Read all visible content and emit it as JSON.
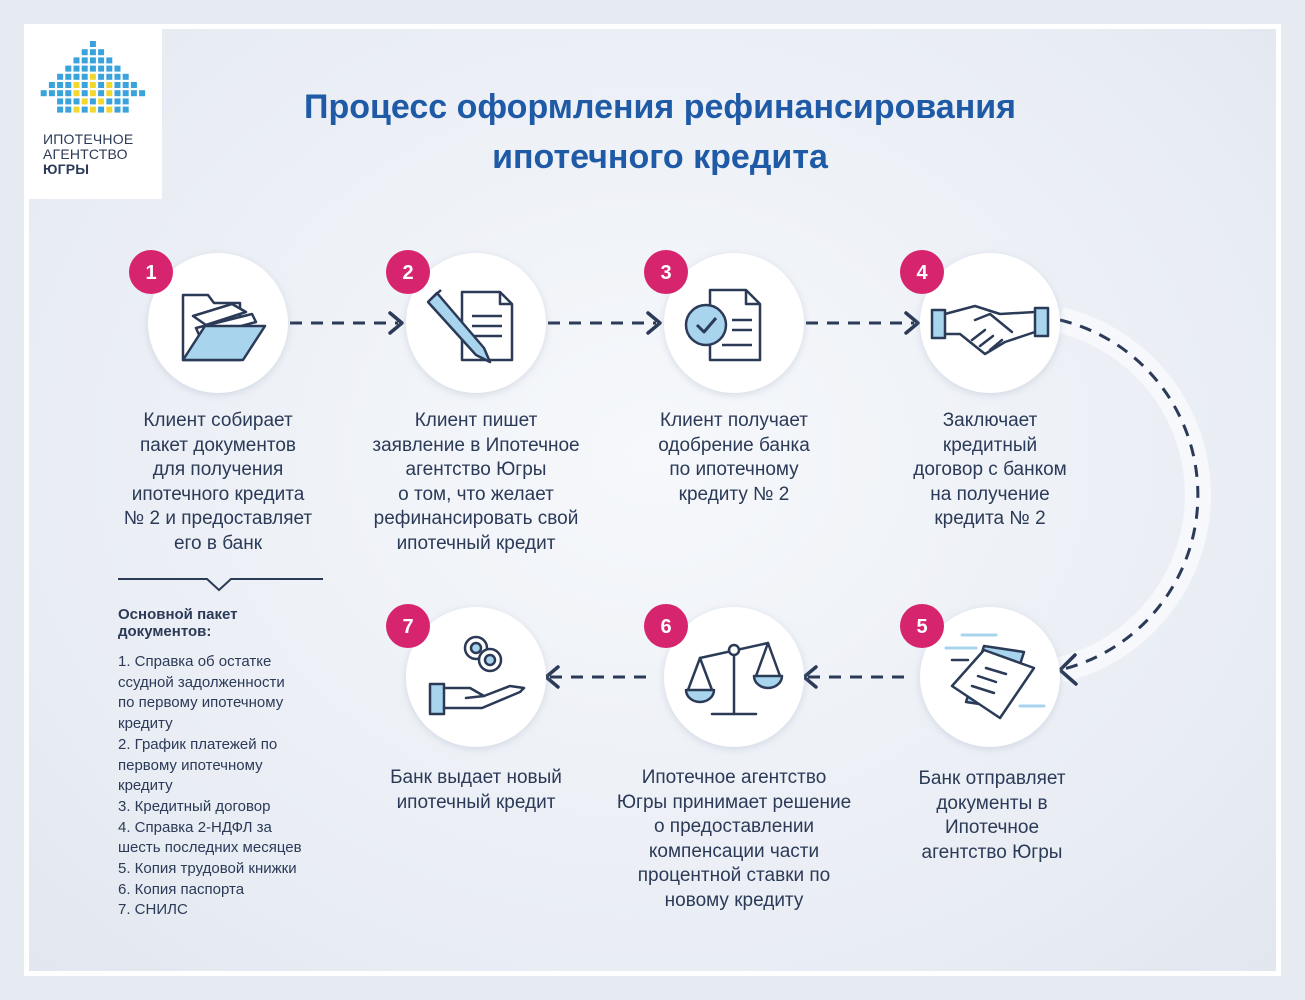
{
  "logo": {
    "lines": [
      "ИПОТЕЧНОЕ",
      "АГЕНТСТВО",
      "ЮГРЫ"
    ]
  },
  "title": {
    "line1": "Процесс оформления рефинансирования",
    "line2": "ипотечного кредита"
  },
  "colors": {
    "title": "#1f5aa6",
    "badge": "#d6246e",
    "icon_stroke": "#2b3a57",
    "icon_fill": "#a8d4ee",
    "text": "#2b3a57",
    "logo_blue": "#3aa3dc",
    "logo_yellow": "#f2d730"
  },
  "steps": [
    {
      "number": "1",
      "icon": "folder-icon",
      "lines": [
        "Клиент собирает",
        "пакет документов",
        "для получения",
        "ипотечного кредита",
        "№ 2 и предоставляет",
        "его в банк"
      ]
    },
    {
      "number": "2",
      "icon": "pen-document-icon",
      "lines": [
        "Клиент пишет",
        "заявление в Ипотечное",
        "агентство Югры",
        "о том, что желает",
        "рефинансировать свой",
        "ипотечный кредит"
      ]
    },
    {
      "number": "3",
      "icon": "approved-document-icon",
      "lines": [
        "Клиент получает",
        "одобрение банка",
        "по ипотечному",
        "кредиту № 2"
      ]
    },
    {
      "number": "4",
      "icon": "handshake-icon",
      "lines": [
        "Заключает",
        "кредитный",
        "договор с банком",
        "на получение",
        "кредита № 2"
      ]
    },
    {
      "number": "5",
      "icon": "sending-documents-icon",
      "lines": [
        "Банк отправляет",
        "документы в",
        "Ипотечное",
        "агентство Югры"
      ]
    },
    {
      "number": "6",
      "icon": "scales-icon",
      "lines": [
        "Ипотечное агентство",
        "Югры принимает решение",
        "о предоставлении",
        "компенсации части",
        "процентной ставки по",
        "новому кредиту"
      ]
    },
    {
      "number": "7",
      "icon": "hand-coins-icon",
      "lines": [
        "Банк выдает новый",
        "ипотечный кредит"
      ]
    }
  ],
  "documents": {
    "title_lines": [
      "Основной пакет",
      "документов:"
    ],
    "items": [
      "1. Справка об остатке",
      "ссудной задолженности",
      "по первому ипотечному",
      "кредиту",
      "2. График платежей по",
      "первому ипотечному",
      "кредиту",
      "3. Кредитный договор",
      "4. Справка 2-НДФЛ за",
      "шесть последних месяцев",
      "5. Копия трудовой книжки",
      "6. Копия паспорта",
      "7. СНИЛС"
    ]
  }
}
